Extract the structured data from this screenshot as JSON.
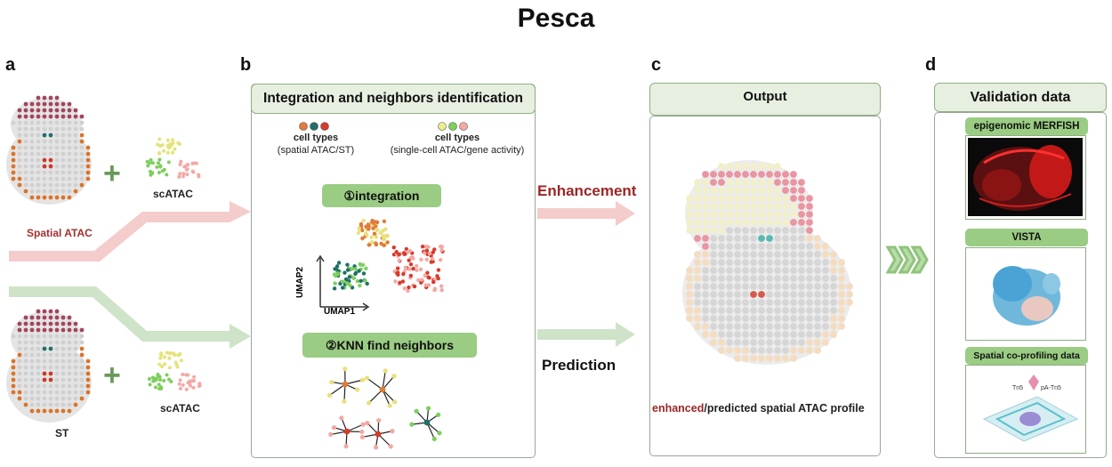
{
  "title": "Pesca",
  "panel_a": {
    "letter": "a",
    "spatial_atac_label": "Spatial ATAC",
    "scatac_label_top": "scATAC",
    "st_label": "ST",
    "scatac_label_bottom": "scATAC",
    "plus_symbol": "+"
  },
  "panel_b": {
    "letter": "b",
    "header": "Integration and neighbors identification",
    "legend_left_line1": "cell types",
    "legend_left_line2": "(spatial ATAC/ST)",
    "legend_right_line1": "cell types",
    "legend_right_line2": "(single-cell ATAC/gene activity)",
    "step1": "①integration",
    "step2": "②KNN find neighbors",
    "umap_x": "UMAP1",
    "umap_y": "UMAP2"
  },
  "arrows": {
    "enhancement": "Enhancement",
    "prediction": "Prediction"
  },
  "panel_c": {
    "letter": "c",
    "header": "Output",
    "caption_highlight": "enhanced",
    "caption_rest": "/predicted spatial ATAC profile"
  },
  "panel_d": {
    "letter": "d",
    "header": "Validation data",
    "item1": "epigenomic  MERFISH",
    "item2": "VISTA",
    "item3": "Spatial co-profiling data",
    "item3_labels": [
      "Tn5",
      "pA-Tn5"
    ]
  },
  "colors": {
    "spatial_atac_red": "#a3312f",
    "enhancement_red": "#9b2626",
    "arrow_pink": "#f3cccb",
    "arrow_green": "#cfe3c9",
    "green_tag": "#9acc83",
    "header_fill": "#e7efe1"
  }
}
